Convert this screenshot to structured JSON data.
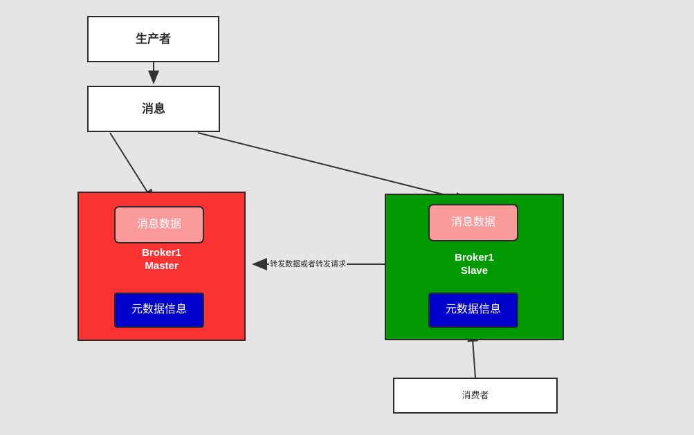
{
  "diagram": {
    "title": "RocketMQ Broker Master-Slave Message Flow",
    "background_color": "#e5e5e5",
    "nodes": {
      "producer": {
        "label": "生产者"
      },
      "message": {
        "label": "消息"
      },
      "consumer": {
        "label": "消费者"
      },
      "broker_master": {
        "title": "Broker1\nMaster",
        "color": "#fa3232",
        "message_data": {
          "label": "消息数据",
          "color": "#fa9a9a"
        },
        "meta_data": {
          "label": "元数据信息",
          "color": "#0000cc"
        }
      },
      "broker_slave": {
        "title": "Broker1\nSlave",
        "color": "#009900",
        "message_data": {
          "label": "消息数据",
          "color": "#fa9a9a"
        },
        "meta_data": {
          "label": "元数据信息",
          "color": "#0000cc"
        }
      }
    },
    "edges": {
      "producer_to_message": {
        "label": ""
      },
      "message_to_master": {
        "label": ""
      },
      "message_to_slave": {
        "label": ""
      },
      "master_msg_to_meta": {
        "label": ""
      },
      "slave_msg_to_meta": {
        "label": ""
      },
      "slave_to_master": {
        "label": "转发数据或者转发请求"
      },
      "consumer_to_slave": {
        "label": ""
      }
    },
    "stroke_color": "#333333"
  }
}
